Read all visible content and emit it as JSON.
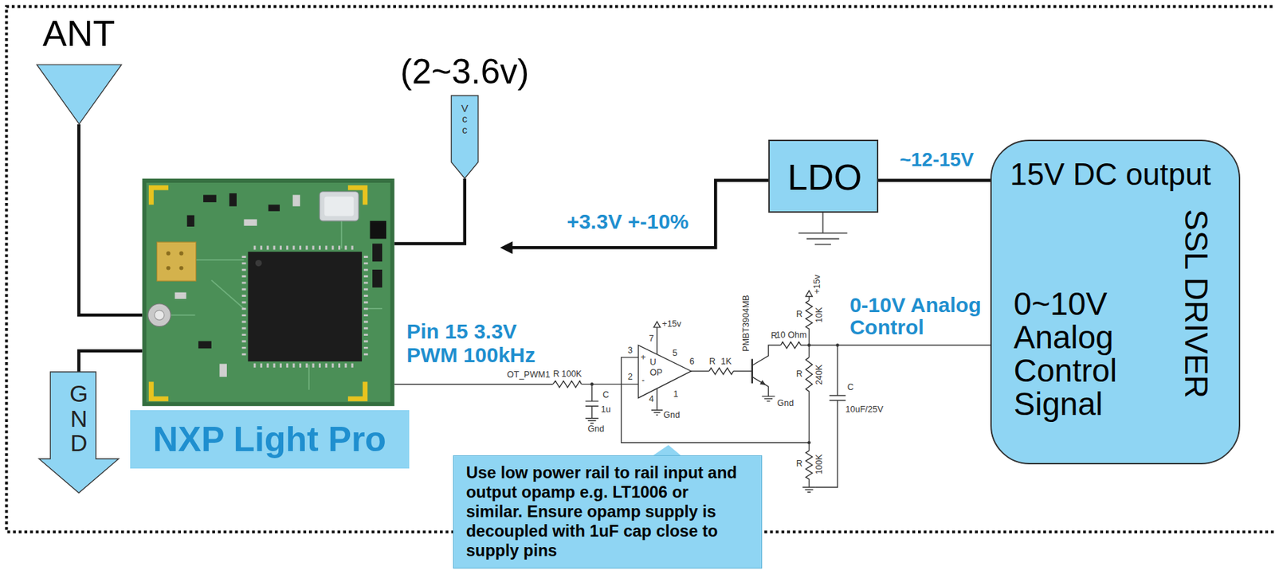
{
  "diagram": {
    "nodes": [
      {
        "text": [
          "ANT"
        ]
      },
      {
        "text": [
          "(2~3.6v)",
          "Vcc"
        ]
      },
      {
        "text": [
          "NXP Light Pro"
        ]
      },
      {
        "text": [
          "GND"
        ]
      },
      {
        "text": [
          "LDO"
        ]
      },
      {
        "text": [
          "15V DC output",
          "0~10V Analog Control Signal",
          "SSL DRIVER"
        ]
      },
      {
        "text": [
          "Use low power rail to rail input and output opamp e.g. LT1006 or similar. Ensure opamp supply is decoupled with 1uF cap close to supply pins"
        ]
      }
    ],
    "edges": [
      {
        "from": 0,
        "to": 2,
        "arrow": "none"
      },
      {
        "from": 1,
        "to": 2,
        "arrow": "none"
      },
      {
        "from": 2,
        "to": 3,
        "arrow": "none"
      },
      {
        "from": 4,
        "to": 2,
        "arrow": "to",
        "label": "+3.3V +-10%"
      },
      {
        "from": 4,
        "to": 5,
        "arrow": "none",
        "label": "~12-15V"
      }
    ],
    "labels": [
      "Pin 15 3.3V PWM 100kHz",
      "0-10V Analog Control",
      "OT_PWM1",
      "R",
      "100K",
      "C",
      "1u",
      "Gnd",
      "3",
      "2",
      "+",
      "-",
      "U",
      "OP",
      "7",
      "+15v",
      "5",
      "6",
      "4",
      "Gnd",
      "1",
      "R",
      "1K",
      "PMBT3904MB",
      "Gnd",
      "+15v",
      "R",
      "10K",
      "R",
      "10 Ohm",
      "R",
      "240K",
      "C",
      "10uF/25V",
      "R",
      "100K"
    ]
  }
}
